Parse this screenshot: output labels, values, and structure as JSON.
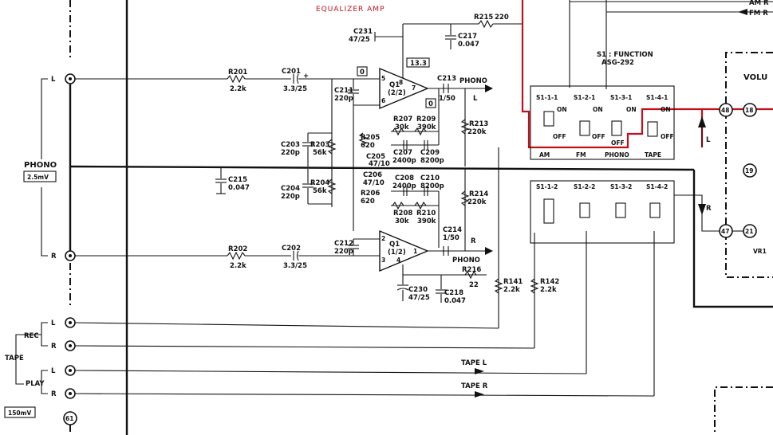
{
  "title": "EQUALIZER AMP",
  "inputs": {
    "phono_label": "PHONO",
    "phono_level": "2.5mV",
    "ch_l": "L",
    "ch_r": "R",
    "tape_label": "TAPE",
    "rec_label": "REC",
    "play_label": "PLAY",
    "tape_level": "150mV",
    "tape_rec_l": "L",
    "tape_rec_r": "R",
    "tape_play_l": "L",
    "tape_play_r": "R",
    "connector_61": "61"
  },
  "components": {
    "r201": "R201",
    "r201v": "2.2k",
    "c201": "C201",
    "c201v": "3.3/25",
    "r202": "R202",
    "r202v": "2.2k",
    "c202": "C202",
    "c202v": "3.3/25",
    "c203": "C203",
    "c203v": "220p",
    "r203": "R203",
    "r203v": "56k",
    "c204": "C204",
    "c204v": "220p",
    "r204": "R204",
    "r204v": "56k",
    "c215": "C215",
    "c215v": "0.047",
    "c211": "C211",
    "c211v": "220p",
    "c212": "C212",
    "c212v": "220p",
    "r205": "R205",
    "r205v": "620",
    "c205": "C205",
    "c205v": "47/10",
    "c206": "C206",
    "c206v": "47/10",
    "r206": "R206",
    "r206v": "620",
    "r207": "R207",
    "r207v": "30k",
    "r209": "R209",
    "r209v": "390k",
    "c207": "C207",
    "c207v": "2400p",
    "c209": "C209",
    "c209v": "8200p",
    "c208": "C208",
    "c208v": "2400p",
    "c210": "C210",
    "c210v": "8200p",
    "r208": "R208",
    "r208v": "30k",
    "r210": "R210",
    "r210v": "390k",
    "c231": "C231",
    "c231v": "47/25",
    "c217": "C217",
    "c217v": "0.047",
    "r215": "R215",
    "r215v": "220",
    "c213": "C213",
    "c213v": "1/50",
    "c214": "C214",
    "c214v": "1/50",
    "r213": "R213",
    "r213v": "220k",
    "r214": "R214",
    "r214v": "220k",
    "r216": "R216",
    "r216v": "22",
    "c230": "C230",
    "c230v": "47/25",
    "c218": "C218",
    "c218v": "0.047",
    "r141": "R141",
    "r141v": "2.2k",
    "r142": "R142",
    "r142v": "2.2k",
    "q1a": "Q1",
    "q1a_sub": "(2/2)",
    "q1b": "Q1",
    "q1b_sub": "(1/2)",
    "v133": "13.3",
    "box0a": "0",
    "box0b": "0"
  },
  "pins": {
    "p5": "5",
    "p6": "6",
    "p7": "7",
    "p8": "8",
    "p2": "2",
    "p3": "3",
    "p4": "4",
    "p1": "1"
  },
  "signals": {
    "phono_l_out": "PHONO",
    "phono_l_ch": "L",
    "phono_r_out": "PHONO",
    "phono_r_ch": "R",
    "tape_l": "TAPE L",
    "tape_r": "TAPE R",
    "am_r": "AM R",
    "fm_r": "FM R",
    "l": "L",
    "r": "R"
  },
  "switch": {
    "title": "S1 : FUNCTION",
    "model": "ASG-292",
    "s111": "S1-1-1",
    "s121": "S1-2-1",
    "s131": "S1-3-1",
    "s141": "S1-4-1",
    "s112": "S1-1-2",
    "s122": "S1-2-2",
    "s132": "S1-3-2",
    "s142": "S1-4-2",
    "on": "ON",
    "off": "OFF",
    "am": "AM",
    "fm": "FM",
    "phono": "PHONO",
    "tape": "TAPE"
  },
  "volume": {
    "label": "VOLU",
    "n48": "48",
    "n18": "18",
    "n19": "19",
    "n47": "47",
    "n21": "21",
    "vr": "VR1"
  }
}
